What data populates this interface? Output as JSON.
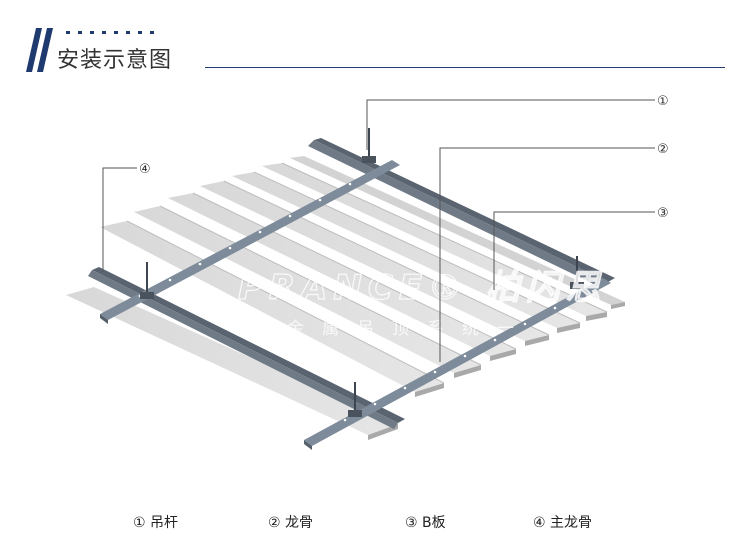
{
  "header": {
    "title": "安装示意图"
  },
  "watermark": {
    "logo": "PRANCE® 柏闪思",
    "subtitle": "一金属吊顶系统一"
  },
  "callouts": [
    "①",
    "②",
    "③",
    "④"
  ],
  "legend": {
    "items": [
      {
        "num": "①",
        "label": "吊杆"
      },
      {
        "num": "②",
        "label": "龙骨"
      },
      {
        "num": "③",
        "label": "B板"
      },
      {
        "num": "④",
        "label": "主龙骨"
      }
    ]
  },
  "colors": {
    "accent": "#1e3a6e",
    "panel": "#e0e0e0",
    "keel": "#7d8b9a",
    "main_keel": "#5a6470"
  }
}
